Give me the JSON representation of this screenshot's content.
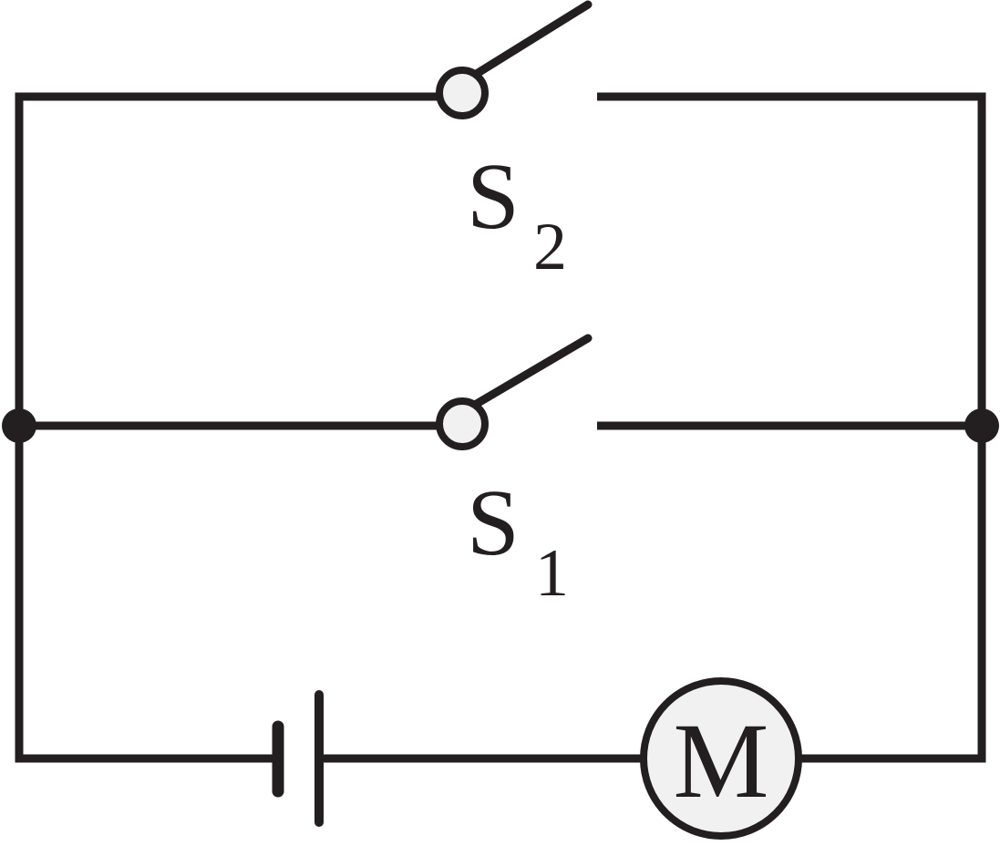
{
  "switches": [
    {
      "id": "s2",
      "letter": "S",
      "subscript": "2"
    },
    {
      "id": "s1",
      "letter": "S",
      "subscript": "1"
    }
  ],
  "motor": {
    "letter": "M"
  },
  "colors": {
    "line": "#231f20",
    "component_fill": "#f1f1f1",
    "background": "#ffffff"
  }
}
